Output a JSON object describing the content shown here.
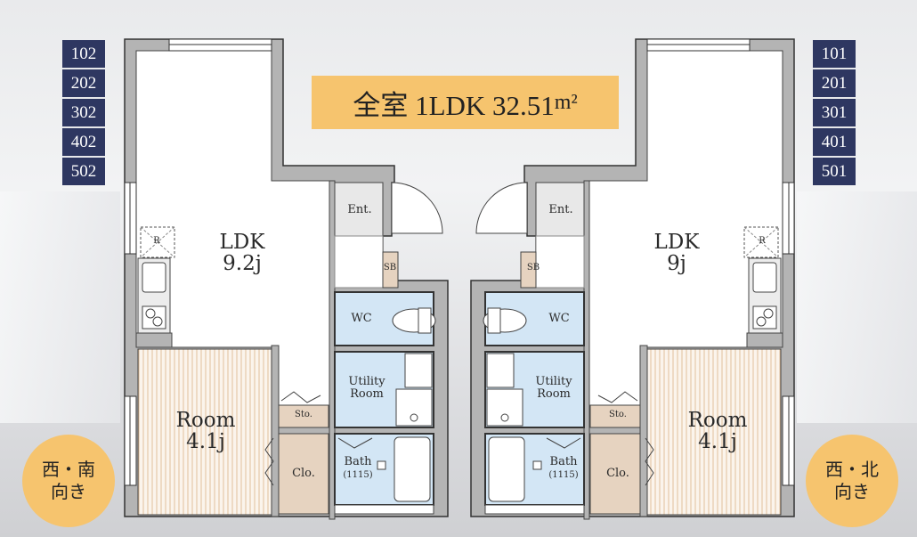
{
  "title": {
    "text": "全室 1LDK 32.51",
    "unit": "m²"
  },
  "left_plan": {
    "units": [
      "102",
      "202",
      "302",
      "402",
      "502"
    ],
    "orientation": [
      "西・南",
      "向き"
    ],
    "rooms": {
      "ldk": "LDK",
      "ldk_size": "9.2j",
      "room": "Room",
      "room_size": "4.1j",
      "ent": "Ent.",
      "sb": "SB",
      "wc": "WC",
      "utility": "Utility",
      "utility2": "Room",
      "bath": "Bath",
      "bath_size": "(1115)",
      "sto": "Sto.",
      "clo": "Clo.",
      "fridge": "R"
    }
  },
  "right_plan": {
    "units": [
      "101",
      "201",
      "301",
      "401",
      "501"
    ],
    "orientation": [
      "西・北",
      "向き"
    ],
    "rooms": {
      "ldk": "LDK",
      "ldk_size": "9j",
      "room": "Room",
      "room_size": "4.1j",
      "ent": "Ent.",
      "sb": "SB",
      "wc": "WC",
      "utility": "Utility",
      "utility2": "Room",
      "bath": "Bath",
      "bath_size": "(1115)",
      "sto": "Sto.",
      "clo": "Clo.",
      "fridge": "R"
    }
  },
  "colors": {
    "accent": "#f6c46e",
    "badge": "#2e3761",
    "wet": "#d3e6f5",
    "storage": "#e6d3c0",
    "wall": "#b4b4b4"
  }
}
